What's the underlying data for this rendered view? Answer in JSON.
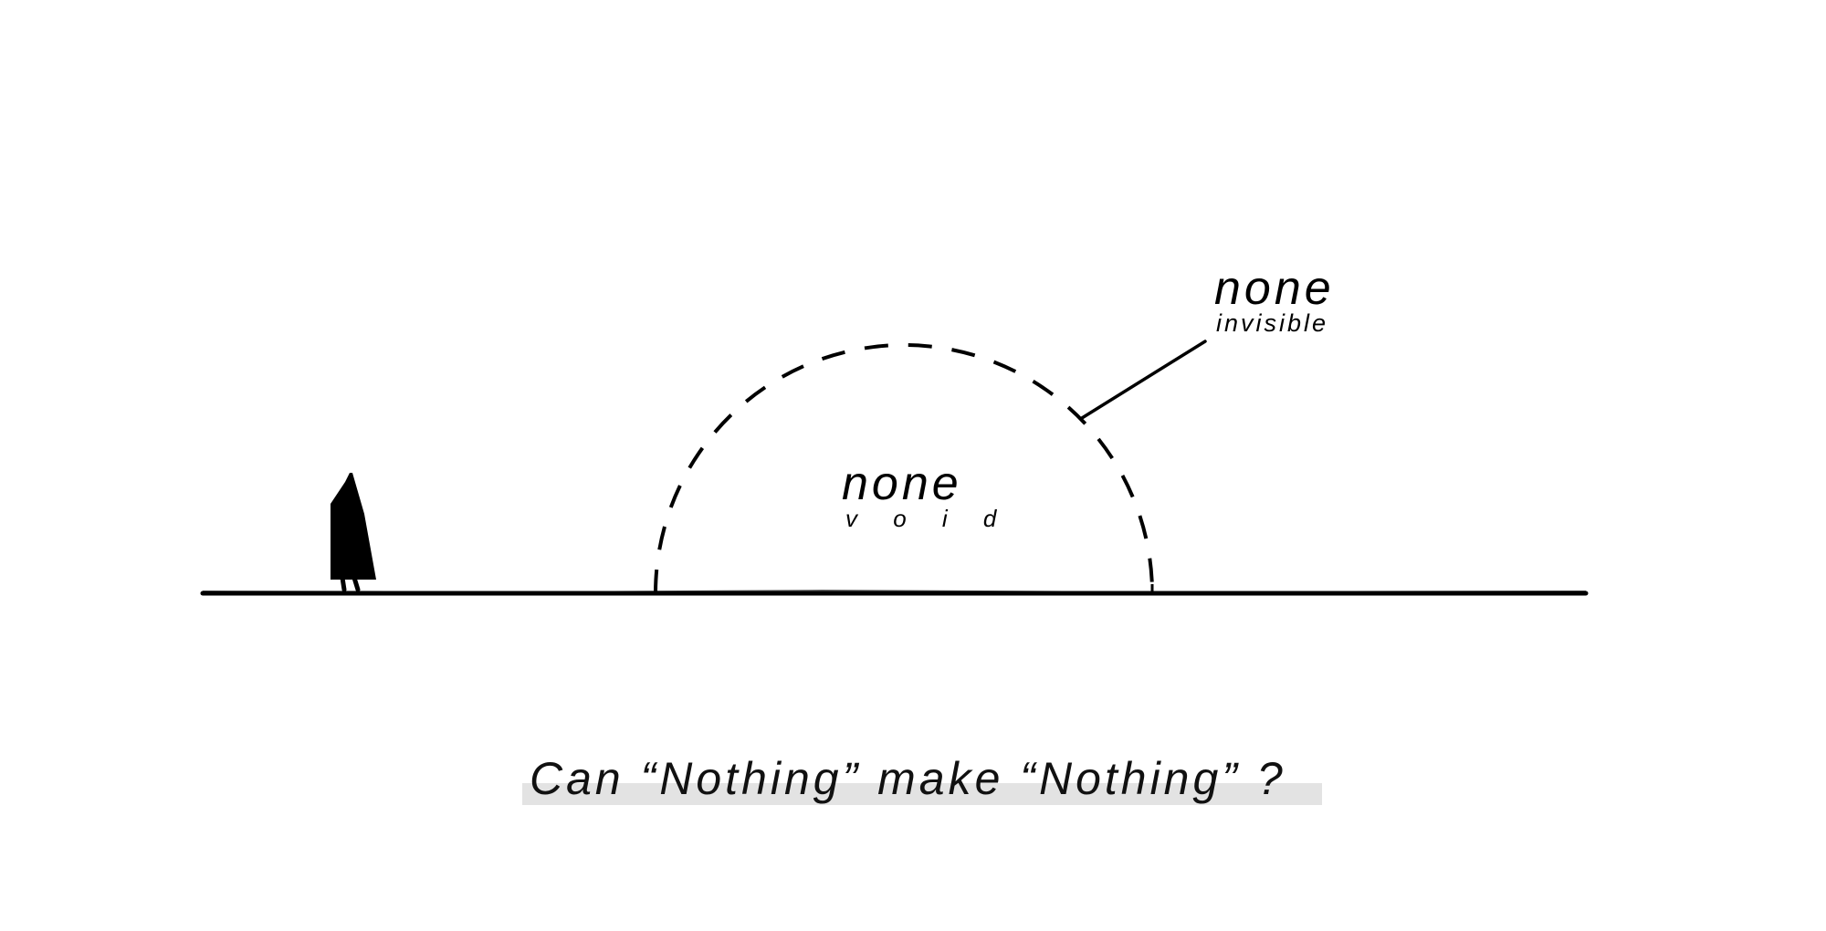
{
  "colors": {
    "ink": "#000000",
    "background": "#ffffff",
    "caption_highlight": "#e3e3e3"
  },
  "dome": {
    "label": "none",
    "sublabel": "v o i d"
  },
  "callout": {
    "label": "none",
    "sublabel": "invisible"
  },
  "caption": {
    "text": "Can “Nothing” make “Nothing”  ?"
  },
  "icons": {
    "figure": "hooded-figure-icon"
  }
}
